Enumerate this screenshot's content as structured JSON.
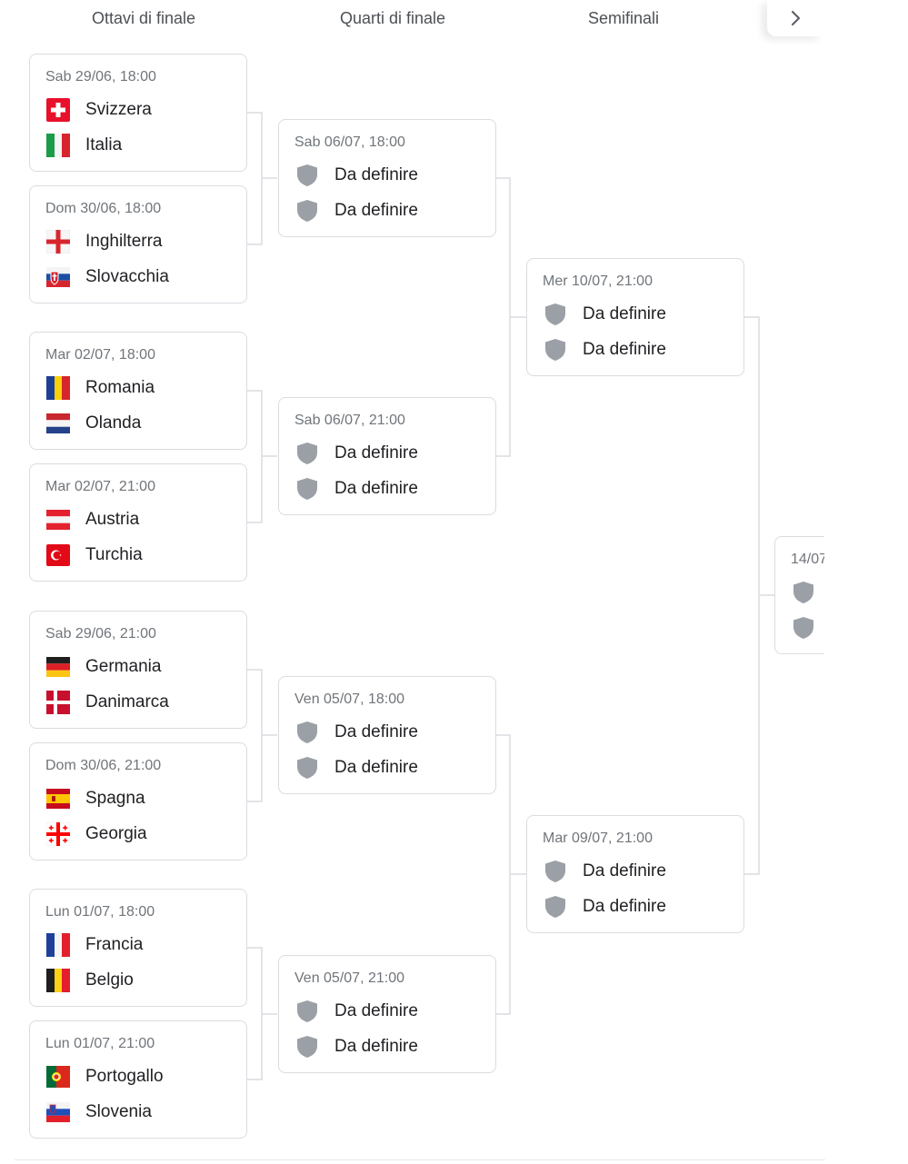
{
  "rounds": [
    "Ottavi di finale",
    "Quarti di finale",
    "Semifinali"
  ],
  "next_icon": "chevron-right-icon",
  "colors": {
    "border": "#dadce0",
    "date_text": "#70757a",
    "team_text": "#202124",
    "shield": "#9aa0a6",
    "connector": "#dadce0"
  },
  "tbd_icon": "shield-icon",
  "round_of_16": [
    {
      "date": "Sab 29/06, 18:00",
      "home": {
        "name": "Svizzera",
        "flag": "switzerland-flag-icon"
      },
      "away": {
        "name": "Italia",
        "flag": "italy-flag-icon"
      }
    },
    {
      "date": "Dom 30/06, 18:00",
      "home": {
        "name": "Inghilterra",
        "flag": "england-flag-icon"
      },
      "away": {
        "name": "Slovacchia",
        "flag": "slovakia-flag-icon"
      }
    },
    {
      "date": "Mar 02/07, 18:00",
      "home": {
        "name": "Romania",
        "flag": "romania-flag-icon"
      },
      "away": {
        "name": "Olanda",
        "flag": "netherlands-flag-icon"
      }
    },
    {
      "date": "Mar 02/07, 21:00",
      "home": {
        "name": "Austria",
        "flag": "austria-flag-icon"
      },
      "away": {
        "name": "Turchia",
        "flag": "turkey-flag-icon"
      }
    },
    {
      "date": "Sab 29/06, 21:00",
      "home": {
        "name": "Germania",
        "flag": "germany-flag-icon"
      },
      "away": {
        "name": "Danimarca",
        "flag": "denmark-flag-icon"
      }
    },
    {
      "date": "Dom 30/06, 21:00",
      "home": {
        "name": "Spagna",
        "flag": "spain-flag-icon"
      },
      "away": {
        "name": "Georgia",
        "flag": "georgia-flag-icon"
      }
    },
    {
      "date": "Lun 01/07, 18:00",
      "home": {
        "name": "Francia",
        "flag": "france-flag-icon"
      },
      "away": {
        "name": "Belgio",
        "flag": "belgium-flag-icon"
      }
    },
    {
      "date": "Lun 01/07, 21:00",
      "home": {
        "name": "Portogallo",
        "flag": "portugal-flag-icon"
      },
      "away": {
        "name": "Slovenia",
        "flag": "slovenia-flag-icon"
      }
    }
  ],
  "quarter_finals": [
    {
      "date": "Sab 06/07, 18:00",
      "home": "Da definire",
      "away": "Da definire"
    },
    {
      "date": "Sab 06/07, 21:00",
      "home": "Da definire",
      "away": "Da definire"
    },
    {
      "date": "Ven 05/07, 18:00",
      "home": "Da definire",
      "away": "Da definire"
    },
    {
      "date": "Ven 05/07, 21:00",
      "home": "Da definire",
      "away": "Da definire"
    }
  ],
  "semi_finals": [
    {
      "date": "Mer 10/07, 21:00",
      "home": "Da definire",
      "away": "Da definire"
    },
    {
      "date": "Mar 09/07, 21:00",
      "home": "Da definire",
      "away": "Da definire"
    }
  ],
  "final": {
    "date_partial": "14/07"
  }
}
